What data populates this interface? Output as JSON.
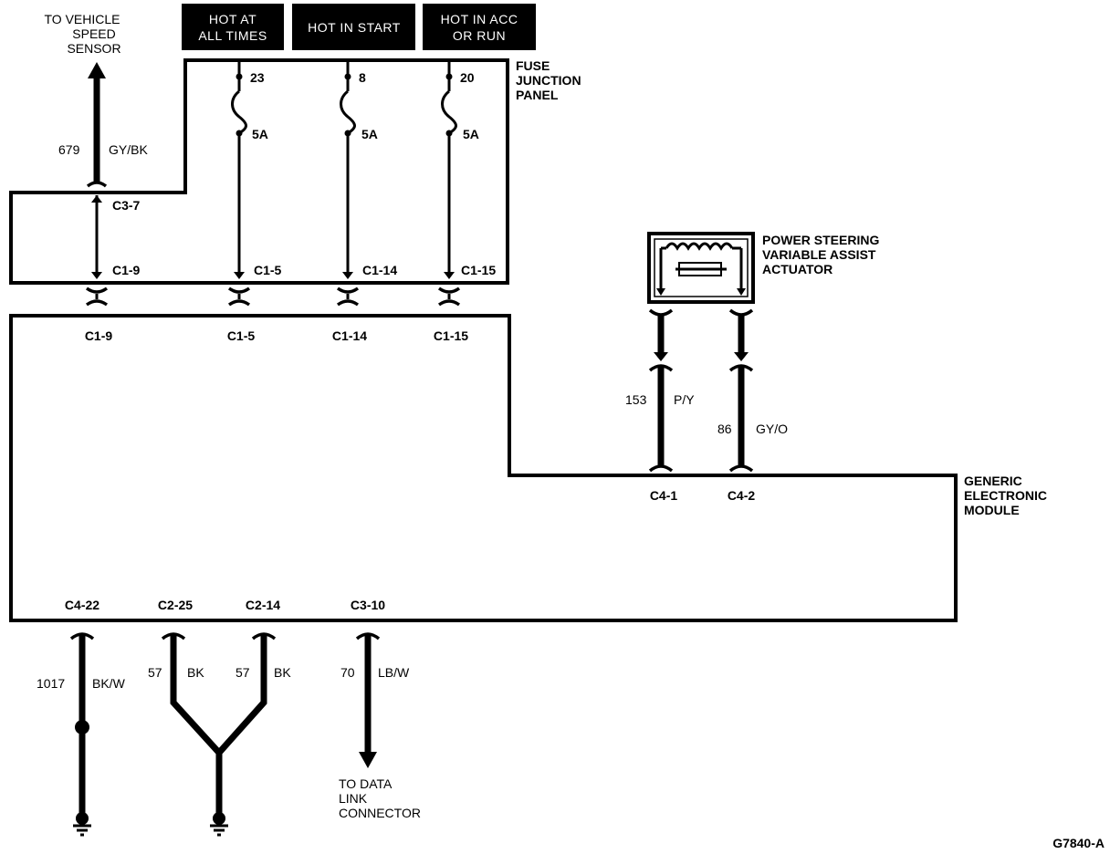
{
  "headers": [
    "HOT AT ALL TIMES",
    "HOT IN START",
    "HOT IN ACC OR RUN"
  ],
  "headers_lines": [
    [
      "HOT AT",
      "ALL TIMES"
    ],
    [
      "HOT IN START"
    ],
    [
      "HOT IN ACC",
      "OR RUN"
    ]
  ],
  "fuse_panel_label": [
    "FUSE",
    "JUNCTION",
    "PANEL"
  ],
  "vss_label": [
    "TO VEHICLE",
    "SPEED",
    "SENSOR"
  ],
  "dlc_label": [
    "TO DATA",
    "LINK",
    "CONNECTOR"
  ],
  "actuator_label": [
    "POWER STEERING",
    "VARIABLE ASSIST",
    "ACTUATOR"
  ],
  "gem_label": [
    "GENERIC",
    "ELECTRONIC",
    "MODULE"
  ],
  "fuses": [
    {
      "number": "23",
      "rating": "5A"
    },
    {
      "number": "8",
      "rating": "5A"
    },
    {
      "number": "20",
      "rating": "5A"
    }
  ],
  "fuse_panel_connectors": [
    "C3-7",
    "C1-9",
    "C1-5",
    "C1-14",
    "C1-15"
  ],
  "gem_top_connectors": [
    "C1-9",
    "C1-5",
    "C1-14",
    "C1-15"
  ],
  "gem_actuator_connectors": [
    "C4-1",
    "C4-2"
  ],
  "gem_bottom_connectors": [
    "C4-22",
    "C2-25",
    "C2-14",
    "C3-10"
  ],
  "wires": [
    {
      "circuit": "679",
      "color": "GY/BK"
    },
    {
      "circuit": "153",
      "color": "P/Y"
    },
    {
      "circuit": "86",
      "color": "GY/O"
    },
    {
      "circuit": "1017",
      "color": "BK/W"
    },
    {
      "circuit": "57",
      "color": "BK"
    },
    {
      "circuit": "57",
      "color": "BK"
    },
    {
      "circuit": "70",
      "color": "LB/W"
    }
  ],
  "figure_id": "G7840-A"
}
